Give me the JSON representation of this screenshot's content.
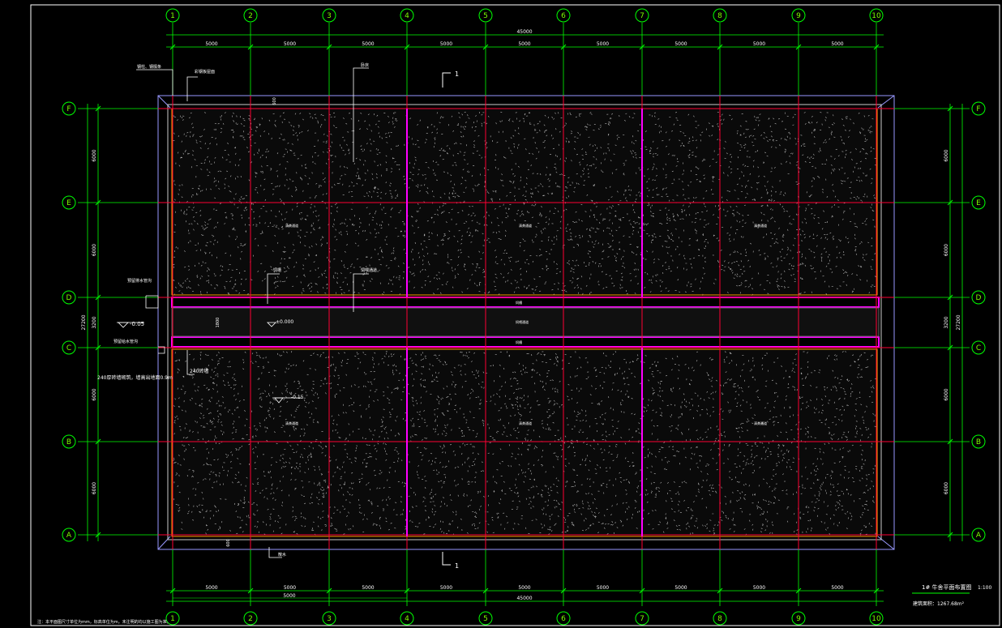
{
  "drawing": {
    "title": "1# 牛舍平面布置图",
    "scale": "1:100",
    "area_note": "建筑面积：1267.68m²",
    "bottom_note": "注：本平面图尺寸单位为mm，标高单位为m，未注明的均以施工图为准。",
    "section_mark": "1",
    "colors": {
      "background": "#000000",
      "grid_axis": "#ff0033",
      "dimension": "#00ff00",
      "beam": "#ff00ff",
      "wall": "#9999ff",
      "text": "#ffffff"
    }
  },
  "axes": {
    "columns": [
      "1",
      "2",
      "3",
      "4",
      "5",
      "6",
      "7",
      "8",
      "9",
      "10"
    ],
    "rows": [
      "F",
      "E",
      "D",
      "C",
      "B",
      "A"
    ]
  },
  "dimensions": {
    "top_bays": [
      "5000",
      "5000",
      "5000",
      "5000",
      "5000",
      "5000",
      "5000",
      "5000",
      "5000"
    ],
    "top_total": "45000",
    "bottom_bays": [
      "5000",
      "5000",
      "5000",
      "5000",
      "5000",
      "5000",
      "5000",
      "5000",
      "5000"
    ],
    "bottom_extra": "5000",
    "bottom_total": "45000",
    "left_spans": [
      "6000",
      "6000",
      "3200",
      "6000",
      "6000"
    ],
    "left_total": "27200",
    "right_spans": [
      "6000",
      "6000",
      "3200",
      "6000",
      "6000"
    ],
    "right_total": "27200",
    "edge_offset_top": "600",
    "edge_offset_bottom": "600",
    "aisle_width": "1800"
  },
  "labels": {
    "label_a": "钢柱、钢檩条",
    "label_b": "彩钢板屋面",
    "label_c": "卧床",
    "label_d": "饲槽",
    "label_e": "饲喂通道",
    "label_f": "清粪通道",
    "label_g": "饲喂通道",
    "label_h": "散水",
    "level_minus": "-0.05",
    "level_zero": "±0.000",
    "note_drain_1": "预留排水管沟",
    "note_drain_2": "预留给水管沟",
    "note_wall": "240砖墙",
    "note_fence": "240厚砖墙砌筑，墙高出地面0.9m",
    "level_inner": "-0.15",
    "level_aisle": "±0.000"
  }
}
